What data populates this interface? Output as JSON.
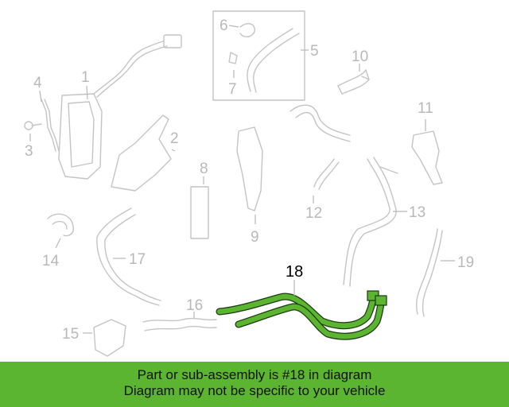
{
  "diagram": {
    "highlight_color": "#5cb531",
    "callouts": [
      {
        "id": "1",
        "label": "1"
      },
      {
        "id": "2",
        "label": "2"
      },
      {
        "id": "3",
        "label": "3"
      },
      {
        "id": "4",
        "label": "4"
      },
      {
        "id": "5",
        "label": "5"
      },
      {
        "id": "6",
        "label": "6"
      },
      {
        "id": "7",
        "label": "7"
      },
      {
        "id": "8",
        "label": "8"
      },
      {
        "id": "9",
        "label": "9"
      },
      {
        "id": "10",
        "label": "10"
      },
      {
        "id": "11",
        "label": "11"
      },
      {
        "id": "12",
        "label": "12"
      },
      {
        "id": "13",
        "label": "13"
      },
      {
        "id": "14",
        "label": "14"
      },
      {
        "id": "15",
        "label": "15"
      },
      {
        "id": "16",
        "label": "16"
      },
      {
        "id": "17",
        "label": "17"
      },
      {
        "id": "18",
        "label": "18"
      },
      {
        "id": "19",
        "label": "19"
      }
    ]
  },
  "banner": {
    "line1": "Part or sub-assembly is #18 in diagram",
    "line2": "Diagram may not be specific to your vehicle",
    "background": "#5cb531"
  }
}
